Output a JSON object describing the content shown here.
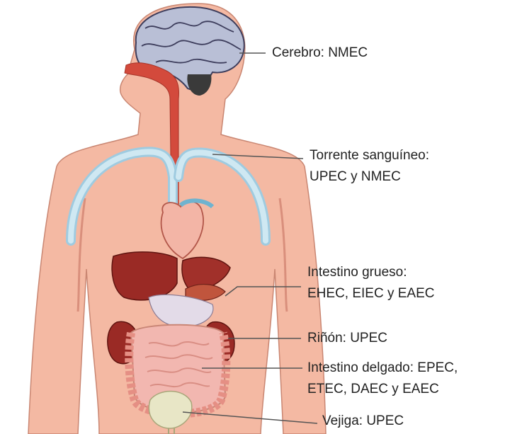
{
  "labels": {
    "brain": "Cerebro: NMEC",
    "bloodstream": [
      "Torrente sanguíneo:",
      "UPEC y NMEC"
    ],
    "large_intestine": [
      "Intestino grueso:",
      "EHEC, EIEC y EAEC"
    ],
    "kidney": "Riñón: UPEC",
    "small_intestine": [
      "Intestino delgado: EPEC,",
      "ETEC, DAEC y EAEC"
    ],
    "bladder": "Vejiga: UPEC"
  },
  "colors": {
    "skin": "#f4b9a3",
    "skin_shade": "#e9a18b",
    "brain": "#b9bfd6",
    "trachea": "#d34a3c",
    "liver": "#9a2a25",
    "intestine": "#f2b7b0",
    "bladder": "#e8e6c6",
    "vessel": "#b9dcea",
    "leader_line": "#555555"
  }
}
